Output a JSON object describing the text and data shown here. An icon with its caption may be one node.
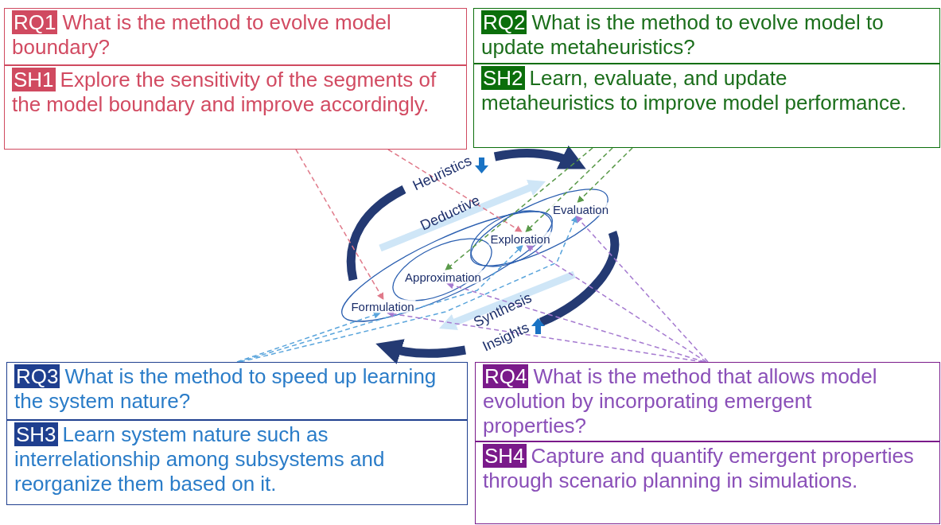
{
  "diagram": {
    "nodes": [
      {
        "text": [
          "RQ1",
          "What is the method to evolve model boundary?"
        ]
      },
      {
        "text": [
          "SH1",
          "Explore the sensitivity of the segments of the model boundary and improve accordingly."
        ]
      },
      {
        "text": [
          "RQ2",
          "What is the method to evolve model to update metaheuristics?"
        ]
      },
      {
        "text": [
          "SH2",
          "Learn, evaluate, and update metaheuristics to improve model performance."
        ]
      },
      {
        "text": [
          "RQ3",
          "What is the method to speed up learning the system nature?"
        ]
      },
      {
        "text": [
          "SH3",
          "Learn system nature such as interrelationship among subsystems and reorganize them based on it."
        ]
      },
      {
        "text": [
          "RQ4",
          "What is the method that allows model evolution by incorporating emergent properties?"
        ]
      },
      {
        "text": [
          "SH4",
          "Capture and quantify emergent properties through scenario planning in simulations."
        ]
      },
      {
        "text": [
          "Formulation"
        ]
      },
      {
        "text": [
          "Approximation"
        ]
      },
      {
        "text": [
          "Exploration"
        ]
      },
      {
        "text": [
          "Evaluation"
        ]
      }
    ],
    "edges": [
      {
        "from": 1,
        "to": 8,
        "arrow": "to",
        "style": "dashed",
        "color": "#e07a8a"
      },
      {
        "from": 1,
        "to": 10,
        "arrow": "to",
        "style": "dashed",
        "color": "#e07a8a"
      },
      {
        "from": 3,
        "to": 9,
        "arrow": "to",
        "style": "dashed",
        "color": "#5a9a4a"
      },
      {
        "from": 3,
        "to": 10,
        "arrow": "to",
        "style": "dashed",
        "color": "#5a9a4a"
      },
      {
        "from": 3,
        "to": 11,
        "arrow": "to",
        "style": "dashed",
        "color": "#5a9a4a"
      },
      {
        "from": 4,
        "to": 8,
        "arrow": "to",
        "style": "dashed",
        "color": "#5aa5dc"
      },
      {
        "from": 4,
        "to": 10,
        "arrow": "to",
        "style": "dashed",
        "color": "#5aa5dc"
      },
      {
        "from": 4,
        "to": 11,
        "arrow": "to",
        "style": "dashed",
        "color": "#5aa5dc"
      },
      {
        "from": 6,
        "to": 11,
        "arrow": "to",
        "style": "dashed",
        "color": "#a57ad0"
      },
      {
        "from": 6,
        "to": 10,
        "arrow": "to",
        "style": "dashed",
        "color": "#a57ad0"
      },
      {
        "from": 6,
        "to": 9,
        "arrow": "to",
        "style": "dashed",
        "color": "#a57ad0"
      },
      {
        "from": 6,
        "to": 8,
        "arrow": "to",
        "style": "dashed",
        "color": "#a57ad0"
      }
    ],
    "labels": [
      "Heuristics",
      "Deductive",
      "Synthesis",
      "Insights"
    ]
  }
}
